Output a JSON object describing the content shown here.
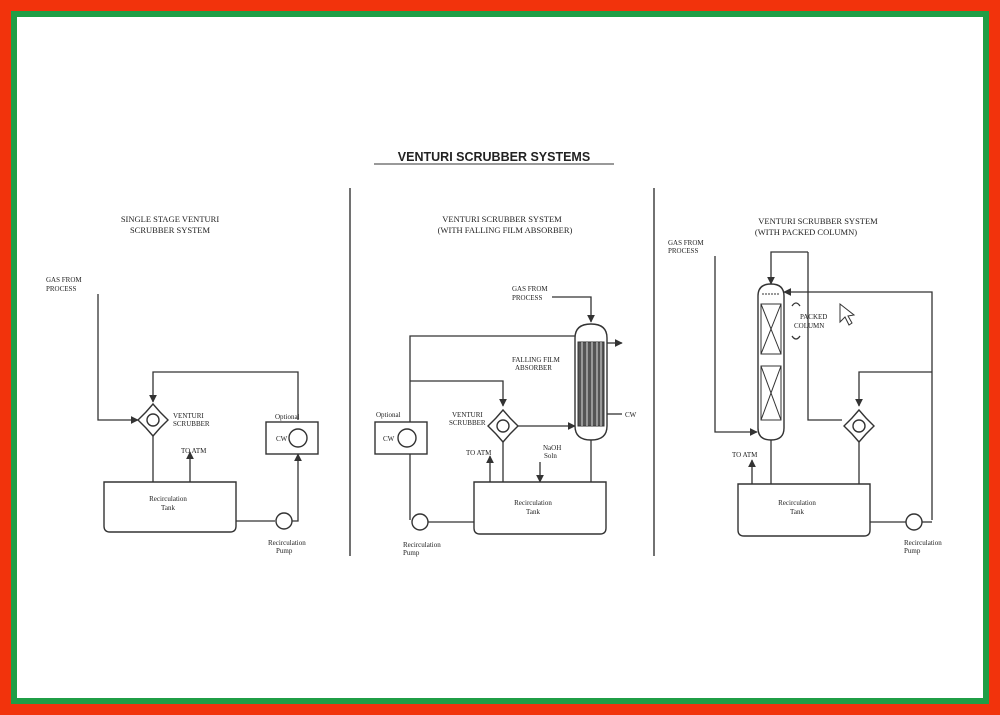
{
  "title": "VENTURI SCRUBBER SYSTEMS",
  "colors": {
    "outer_border": "#f2330c",
    "inner_border": "#1f9e46",
    "ink": "#333333"
  },
  "panel1": {
    "heading_line1": "SINGLE STAGE VENTURI",
    "heading_line2": "SCRUBBER SYSTEM",
    "gas_line1": "GAS FROM",
    "gas_line2": "PROCESS",
    "venturi_line1": "VENTURI",
    "venturi_line2": "SCRUBBER",
    "optional": "Optional",
    "cw": "CW",
    "to_atm": "TO ATM",
    "tank_line1": "Recirculation",
    "tank_line2": "Tank",
    "pump_line1": "Recirculation",
    "pump_line2": "Pump"
  },
  "panel2": {
    "heading_line1": "VENTURI SCRUBBER SYSTEM",
    "heading_line2": "(WITH FALLING FILM ABSORBER)",
    "gas_line1": "GAS FROM",
    "gas_line2": "PROCESS",
    "absorber_line1": "FALLING FILM",
    "absorber_line2": "ABSORBER",
    "cw_right": "CW",
    "optional": "Optional",
    "cw": "CW",
    "venturi_line1": "VENTURI",
    "venturi_line2": "SCRUBBER",
    "to_atm": "TO ATM",
    "naoh_line1": "NaOH",
    "naoh_line2": "Soln",
    "tank_line1": "Recirculation",
    "tank_line2": "Tank",
    "pump_line1": "Recirculation",
    "pump_line2": "Pump"
  },
  "panel3": {
    "heading_line1": "VENTURI SCRUBBER SYSTEM",
    "heading_line2": "(WITH PACKED COLUMN)",
    "gas_line1": "GAS FROM",
    "gas_line2": "PROCESS",
    "packed_line1": "PACKED",
    "packed_line2": "COLUMN",
    "to_atm": "TO ATM",
    "tank_line1": "Recirculation",
    "tank_line2": "Tank",
    "pump_line1": "Recirculation",
    "pump_line2": "Pump"
  }
}
